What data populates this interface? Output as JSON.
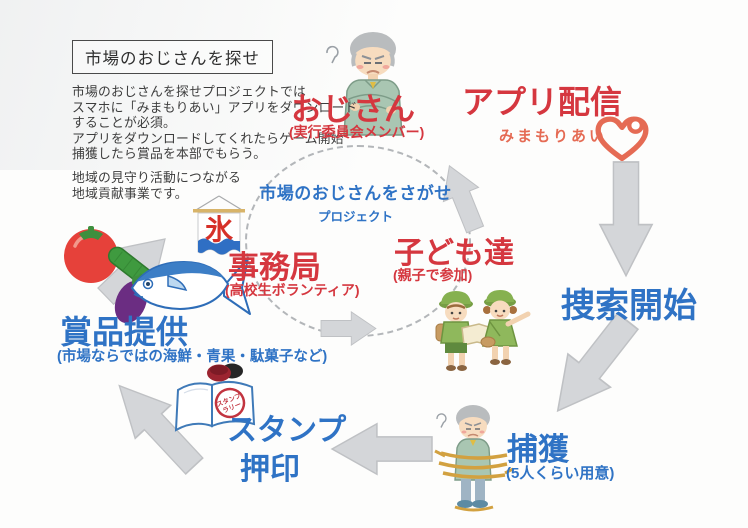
{
  "colors": {
    "red": "#d5373f",
    "blue": "#2f73c5",
    "brand_orange": "#e56b54",
    "arrow_grey": "#d4d6d9"
  },
  "intro": {
    "title": "市場のおじさんを探せ",
    "para1": [
      "市場のおじさんを探せプロジェクトでは",
      "スマホに「みまもりあい」アプリをダウンロード",
      "することが必須。",
      "アプリをダウンロードしてくれたらゲーム開始",
      "捕獲したら賞品を本部でもらう。"
    ],
    "para2": [
      "地域の見守り活動につながる",
      "地域貢献事業です。"
    ]
  },
  "center": {
    "line1": "市場のおじさんをさがせ",
    "line2": "プロジェクト"
  },
  "nodes": {
    "ojisan": {
      "label": "おじさん",
      "note": "(実行委員会メンバー)"
    },
    "app": {
      "label": "アプリ配信",
      "brand": "みまもりあい"
    },
    "search": {
      "label": "捜索開始"
    },
    "capture": {
      "label": "捕獲",
      "note": "(5人くらい用意)"
    },
    "stamp": {
      "line1": "スタンプ",
      "line2": "押印"
    },
    "prize": {
      "label": "賞品提供",
      "note": "(市場ならではの海鮮・青果・駄菓子など)"
    },
    "office": {
      "label": "事務局",
      "note": "(高校生ボランティア)"
    },
    "children": {
      "label": "子ども達",
      "note": "(親子で参加)"
    }
  },
  "illustrations": {
    "ice_flag_char": "氷",
    "stamp_line1": "スタンプ",
    "stamp_line2": "ラリー"
  }
}
